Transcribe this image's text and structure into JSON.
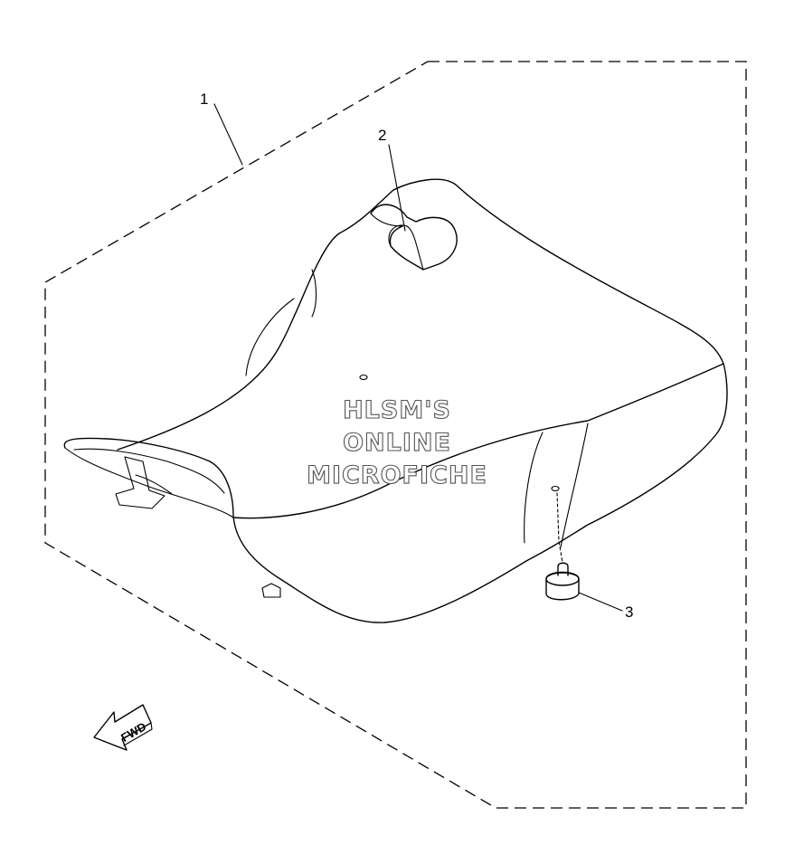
{
  "callouts": [
    {
      "id": "1",
      "part": "seat-assembly"
    },
    {
      "id": "2",
      "part": "strap"
    },
    {
      "id": "3",
      "part": "damper"
    }
  ],
  "watermark": {
    "line1": "HLSM'S",
    "line2": "ONLINE",
    "line3": "MICROFICHE"
  },
  "direction_arrow": {
    "label": "FWD"
  },
  "colors": {
    "line": "#000000",
    "background": "#ffffff",
    "watermark_outline": "#555555"
  }
}
